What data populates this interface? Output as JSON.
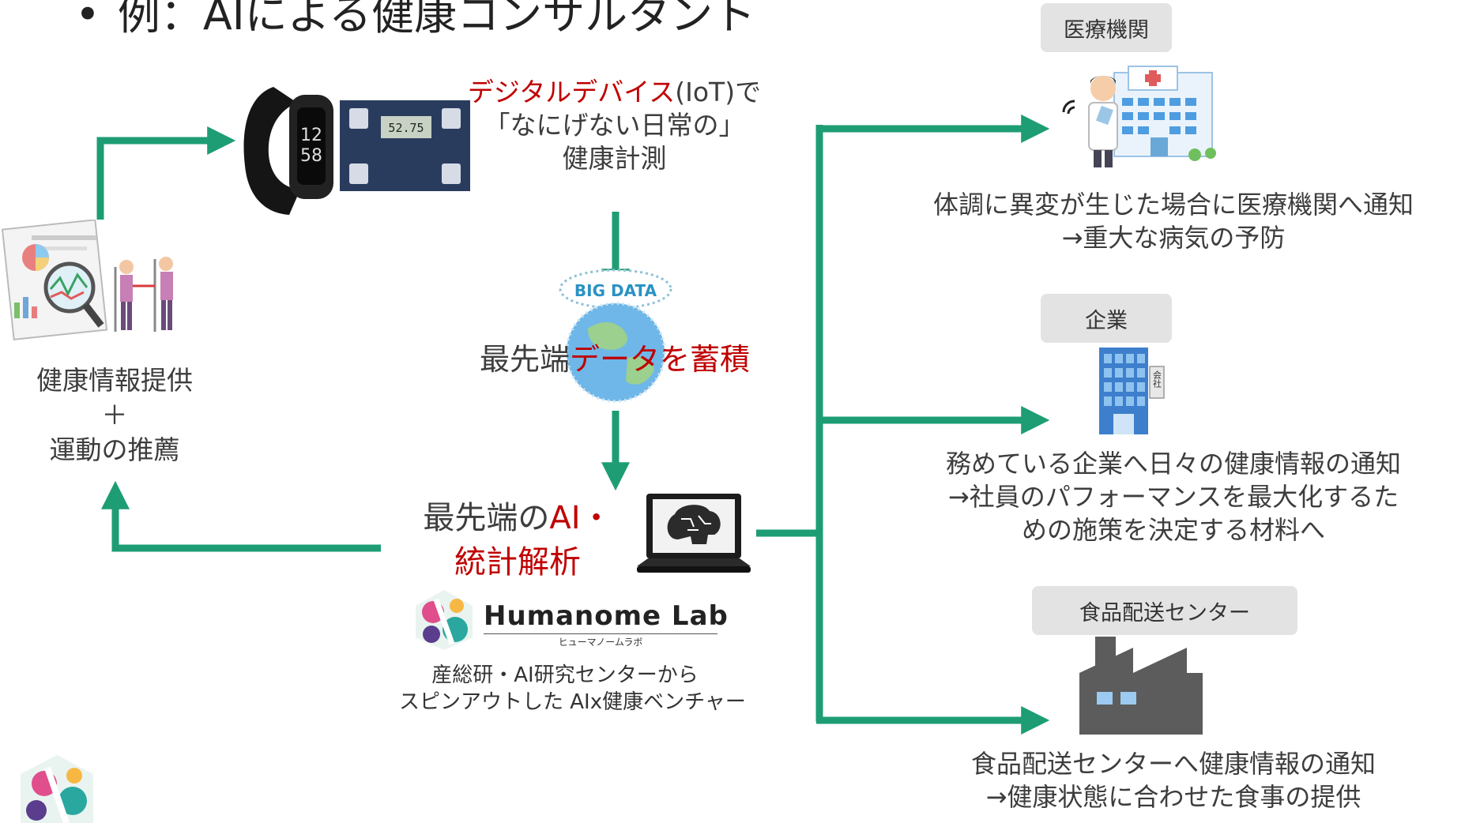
{
  "title": {
    "bullet": "•",
    "text": "例：AIによる健康コンサルタント"
  },
  "left": {
    "line1": "健康情報提供",
    "plus": "＋",
    "line2": "運動の推薦"
  },
  "device_caption": {
    "red": "デジタルデバイス",
    "rest1": "(IoT)で",
    "line2": "「なにげない日常の」",
    "line3": "健康計測"
  },
  "bigdata": {
    "badge": "BIG DATA",
    "prefix": "最先端",
    "red": "データを蓄積"
  },
  "ai": {
    "prefix": "最先端の",
    "red1": "AI・",
    "red2": "統計解析"
  },
  "logo": {
    "name": "Humanome Lab",
    "sub": "ヒューマノームラボ"
  },
  "venture": {
    "line1": "産総研・AI研究センターから",
    "line2": "スピンアウトした AIx健康ベンチャー"
  },
  "targets": [
    {
      "label": "医療機関",
      "desc1": "体調に異変が生じた場合に医療機関へ通知",
      "desc2": "→重大な病気の予防"
    },
    {
      "label": "企業",
      "desc1": "務めている企業へ日々の健康情報の通知",
      "desc2": "→社員のパフォーマンスを最大化するた",
      "desc3": "めの施策を決定する材料へ"
    },
    {
      "label": "食品配送センター",
      "desc1": "食品配送センターへ健康情報の通知",
      "desc2": "→健康状態に合わせた食事の提供"
    }
  ],
  "watch": {
    "time1": "12",
    "time2": "58"
  },
  "scale": {
    "reading": "52.75"
  },
  "building": {
    "sign": "会社"
  },
  "colors": {
    "arrow": "#1e9d74",
    "accent_red": "#c00000",
    "label_bg": "#e3e3e3"
  }
}
